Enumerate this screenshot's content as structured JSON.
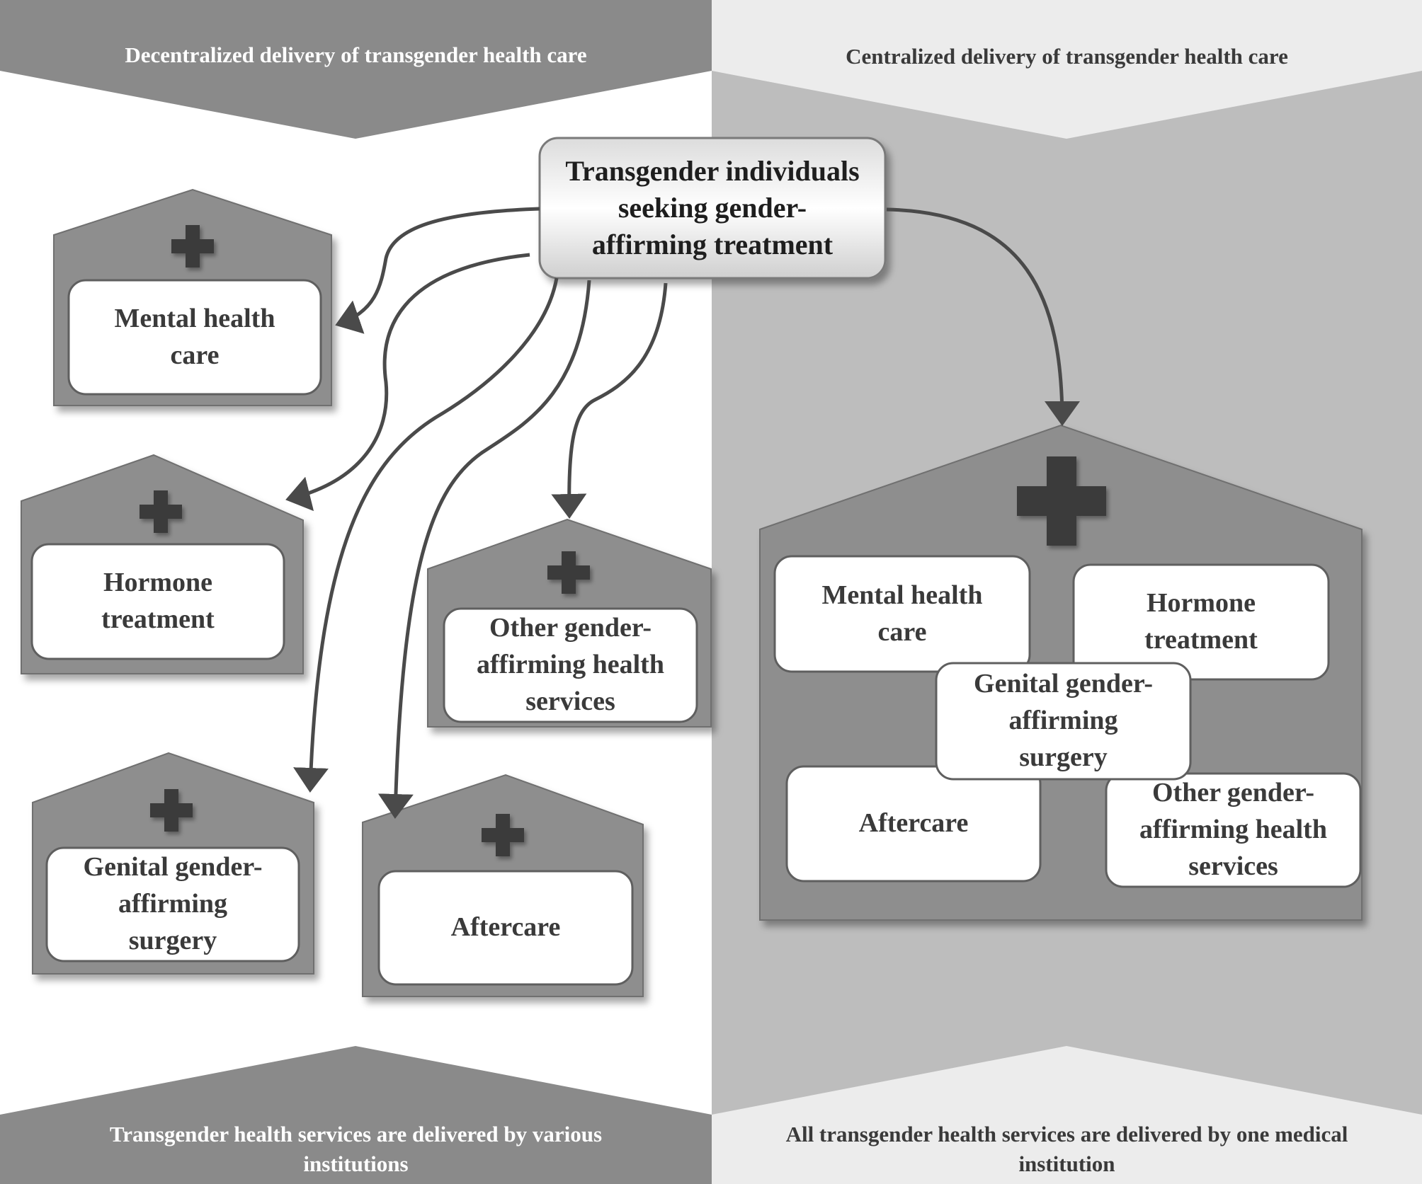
{
  "left_panel": {
    "header": "Decentralized delivery of transgender health care",
    "footer": "Transgender health services are delivered by various\ninstitutions",
    "institutions": [
      {
        "label": "Mental health\ncare"
      },
      {
        "label": "Hormone\ntreatment"
      },
      {
        "label": "Other gender-\naffirming health\nservices"
      },
      {
        "label": "Genital gender-\naffirming\nsurgery"
      },
      {
        "label": "Aftercare"
      }
    ]
  },
  "right_panel": {
    "header": "Centralized delivery of transgender health care",
    "footer": "All transgender health services are delivered by one medical\ninstitution",
    "services": [
      {
        "label": "Mental health\ncare"
      },
      {
        "label": "Hormone\ntreatment"
      },
      {
        "label": "Genital gender-\naffirming\nsurgery"
      },
      {
        "label": "Aftercare"
      },
      {
        "label": "Other gender-\naffirming health\nservices"
      }
    ]
  },
  "center_node": {
    "label": "Transgender individuals\nseeking gender-\naffirming treatment"
  },
  "colors": {
    "dark_banner": "#8a8a8a",
    "light_banner": "#ececec",
    "right_background": "#bdbdbd",
    "house": "#8e8e8e",
    "cross": "#3b3b3b",
    "arrow": "#4a4a4a"
  }
}
